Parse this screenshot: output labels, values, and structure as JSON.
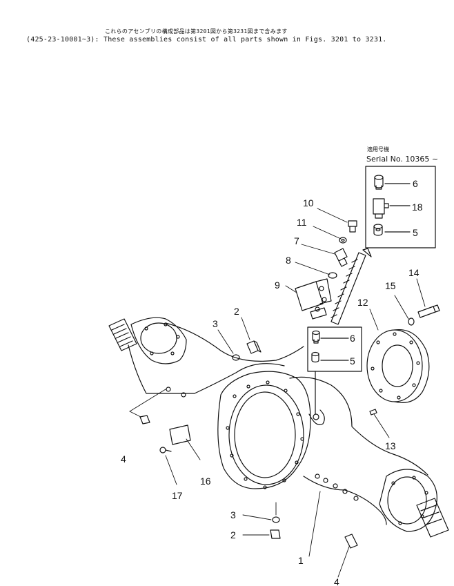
{
  "header": {
    "note_jp": "これらのアセンブリの構成部品は第3201図から第3231図まで含みます",
    "note_en": "(425-23-10001~3): These assemblies consist of all parts shown in Figs. 3201 to 3231."
  },
  "serial": {
    "label_jp": "適用号機",
    "label_en": "Serial No. 10365 ~"
  },
  "callouts": [
    {
      "id": "c1",
      "text": "1"
    },
    {
      "id": "c2a",
      "text": "2"
    },
    {
      "id": "c2b",
      "text": "2"
    },
    {
      "id": "c3a",
      "text": "3"
    },
    {
      "id": "c3b",
      "text": "3"
    },
    {
      "id": "c4a",
      "text": "4"
    },
    {
      "id": "c4b",
      "text": "4"
    },
    {
      "id": "c5a",
      "text": "5"
    },
    {
      "id": "c5b",
      "text": "5"
    },
    {
      "id": "c6a",
      "text": "6"
    },
    {
      "id": "c6b",
      "text": "6"
    },
    {
      "id": "c7",
      "text": "7"
    },
    {
      "id": "c8",
      "text": "8"
    },
    {
      "id": "c9",
      "text": "9"
    },
    {
      "id": "c10",
      "text": "10"
    },
    {
      "id": "c11",
      "text": "11"
    },
    {
      "id": "c12",
      "text": "12"
    },
    {
      "id": "c13",
      "text": "13"
    },
    {
      "id": "c14",
      "text": "14"
    },
    {
      "id": "c15",
      "text": "15"
    },
    {
      "id": "c16",
      "text": "16"
    },
    {
      "id": "c17",
      "text": "17"
    },
    {
      "id": "c18",
      "text": "18"
    }
  ]
}
